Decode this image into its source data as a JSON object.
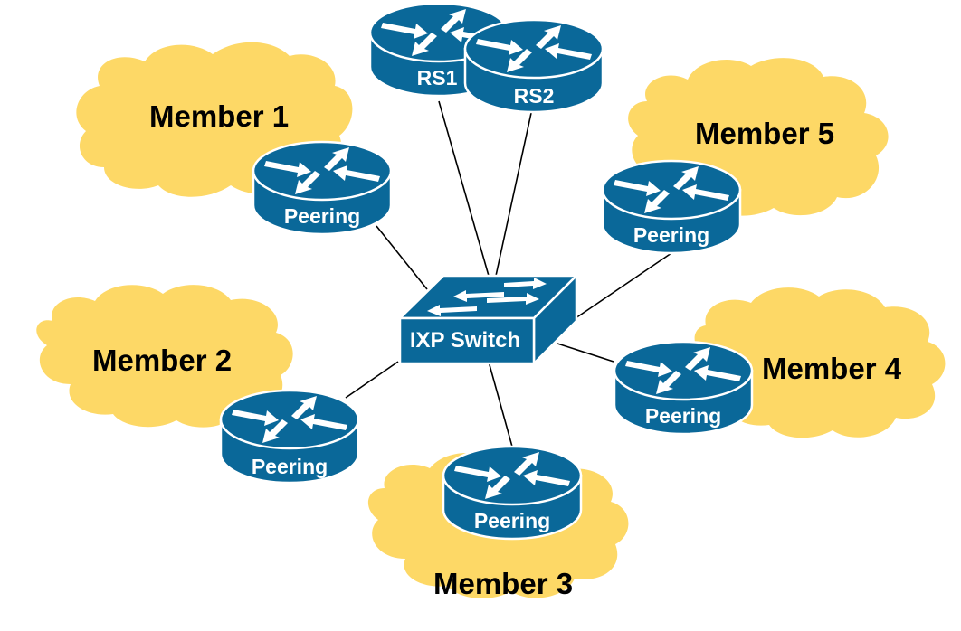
{
  "diagram": {
    "title": "IXP topology",
    "colors": {
      "device_blue": "#0a6899",
      "cloud_yellow": "#fdd866",
      "link": "#000000",
      "label_text": "#000000",
      "device_text": "#ffffff"
    },
    "switch": {
      "id": "ixp-switch",
      "label": "IXP Switch"
    },
    "route_servers": [
      {
        "id": "rs1",
        "label": "RS1"
      },
      {
        "id": "rs2",
        "label": "RS2"
      }
    ],
    "members": [
      {
        "id": "member-1",
        "label": "Member 1",
        "router_label": "Peering"
      },
      {
        "id": "member-2",
        "label": "Member 2",
        "router_label": "Peering"
      },
      {
        "id": "member-3",
        "label": "Member 3",
        "router_label": "Peering"
      },
      {
        "id": "member-4",
        "label": "Member 4",
        "router_label": "Peering"
      },
      {
        "id": "member-5",
        "label": "Member 5",
        "router_label": "Peering"
      }
    ],
    "links": [
      {
        "from": "rs1",
        "to": "ixp-switch"
      },
      {
        "from": "rs2",
        "to": "ixp-switch"
      },
      {
        "from": "member-1",
        "to": "ixp-switch"
      },
      {
        "from": "member-2",
        "to": "ixp-switch"
      },
      {
        "from": "member-3",
        "to": "ixp-switch"
      },
      {
        "from": "member-4",
        "to": "ixp-switch"
      },
      {
        "from": "member-5",
        "to": "ixp-switch"
      }
    ]
  }
}
